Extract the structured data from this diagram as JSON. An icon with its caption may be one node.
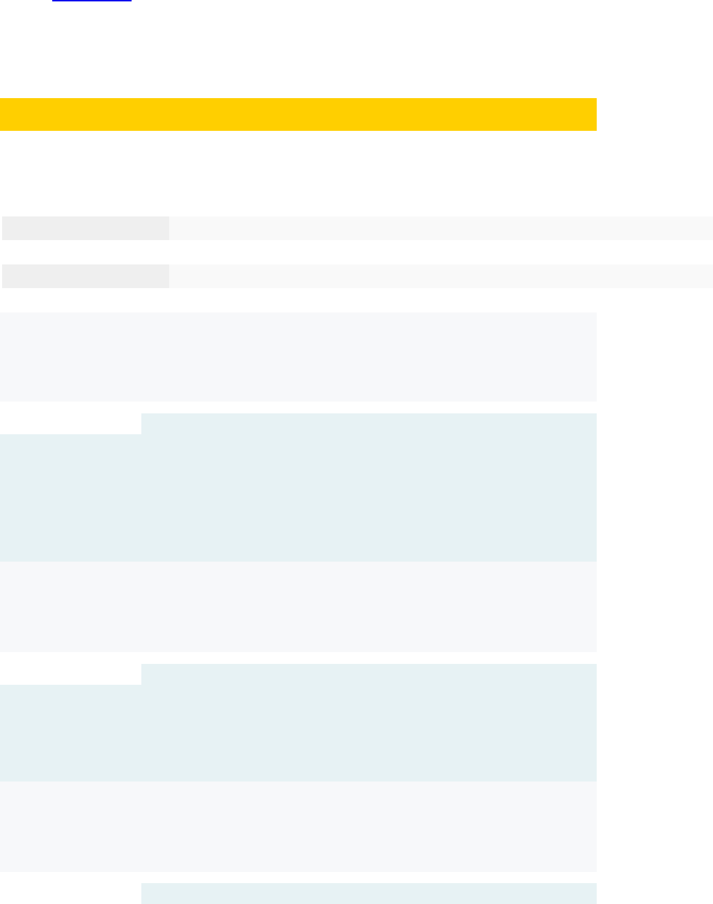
{
  "diagram": {
    "nodes": [
      {
        "text": [],
        "shape": "box"
      },
      {
        "text": [],
        "shape": "box"
      },
      {
        "text": [],
        "shape": "box"
      },
      {
        "text": [],
        "shape": "box"
      },
      {
        "text": [],
        "shape": "box"
      },
      {
        "text": [],
        "shape": "box"
      },
      {
        "text": [],
        "shape": "box"
      },
      {
        "text": [],
        "shape": "box"
      },
      {
        "text": [],
        "shape": "box"
      },
      {
        "text": [],
        "shape": "box"
      },
      {
        "text": [],
        "shape": "box"
      },
      {
        "text": [],
        "shape": "box"
      },
      {
        "text": [],
        "shape": "box"
      },
      {
        "text": [],
        "shape": "box"
      }
    ]
  }
}
